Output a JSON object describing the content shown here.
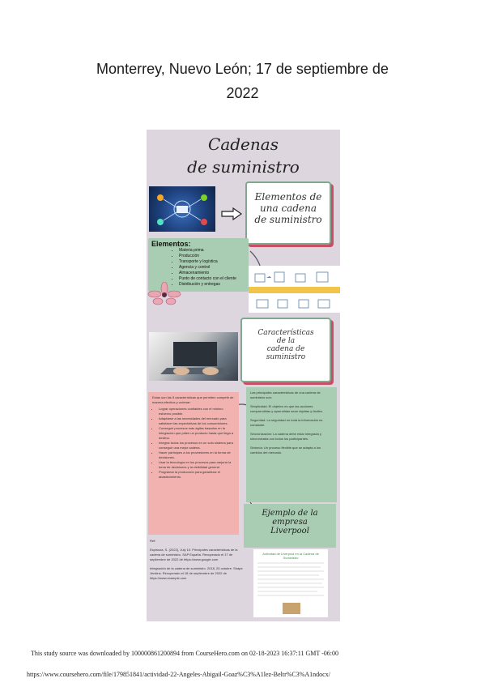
{
  "heading": {
    "line1": "Monterrey, Nuevo León; 17 de septiembre de",
    "line2": "2022"
  },
  "poster": {
    "title_line1": "Cadenas",
    "title_line2": "de suministro",
    "elements_card": {
      "line1": "Elementos de",
      "line2": "una cadena",
      "line3": "de suministro"
    },
    "elements_box": {
      "label": "Elementos:",
      "items": [
        "Materia prima",
        "Producción",
        "Transporte y logística",
        "Agencia y control",
        "Almacenamiento",
        "Punto de contacto con el cliente",
        "Distribución y entregas"
      ]
    },
    "characteristics_card": {
      "line1": "Características",
      "line2": "de la",
      "line3": "cadena de",
      "line4": "suministro"
    },
    "pink_box": {
      "intro": "Estas son las 5 características que permiten competir de manera efectiva y ordenar:",
      "items": [
        "Lograr operaciones confiables con el mínimo esfuerzo posible.",
        "Adaptarse a las necesidades del mercado para satisfacer las expectativas de los consumidores.",
        "Conseguir procesos más ágiles basados en la integración que piden un producto hasta que llega a destino.",
        "Integrar todos los procesos en un solo sistema para conseguir una mejor cadena.",
        "Hacer partícipes a los proveedores en la forma de decisiones.",
        "Usar la tecnología en los procesos para mejorar la toma de decisiones y la visibilidad general.",
        "Programar la producción para garantizar el abastecimiento."
      ]
    },
    "green_box": {
      "p1": "Las principales características de una cadena de suministro son:",
      "p2": "Simplicidad: El objetivo es que las acciones comprendidas y aprendidas sean rápidas y fáciles.",
      "p3": "Seguridad: La seguridad en toda la información es constante.",
      "p4": "Sincronización: La cadena debe estar integrada y sincronizada con todos los participantes.",
      "p5": "Sintonía: Un proceso flexible que se adapta a los cambios del mercado."
    },
    "refs": {
      "label": "Ref:",
      "r1": "Espinoza, S. (2022), July 10. Principales características de la cadena de suministro. SAP España. Recuperado el 17 de septiembre de 2022 de https://www.google.com",
      "r2": "Integración de la cadena de suministro. 2018, 25 octubre. Shape Jenkins. Recuperado el 18 de septiembre de 2022 de https://www.example.com"
    },
    "liverpool_card": {
      "line1": "Ejemplo de la",
      "line2": "empresa",
      "line3": "Liverpool"
    },
    "liverpool_doc": {
      "title": "Actividad de Liverpool en la Cadena de Suministro"
    }
  },
  "footer": {
    "line1": "This study source was downloaded by 100000861200894 from CourseHero.com on 02-18-2023 16:37:11 GMT -06:00",
    "line2": "https://www.coursehero.com/file/179851841/actividad-22-Angeles-Abigail-Goaz%C3%A1lez-Beltr%C3%A1ndocx/"
  }
}
